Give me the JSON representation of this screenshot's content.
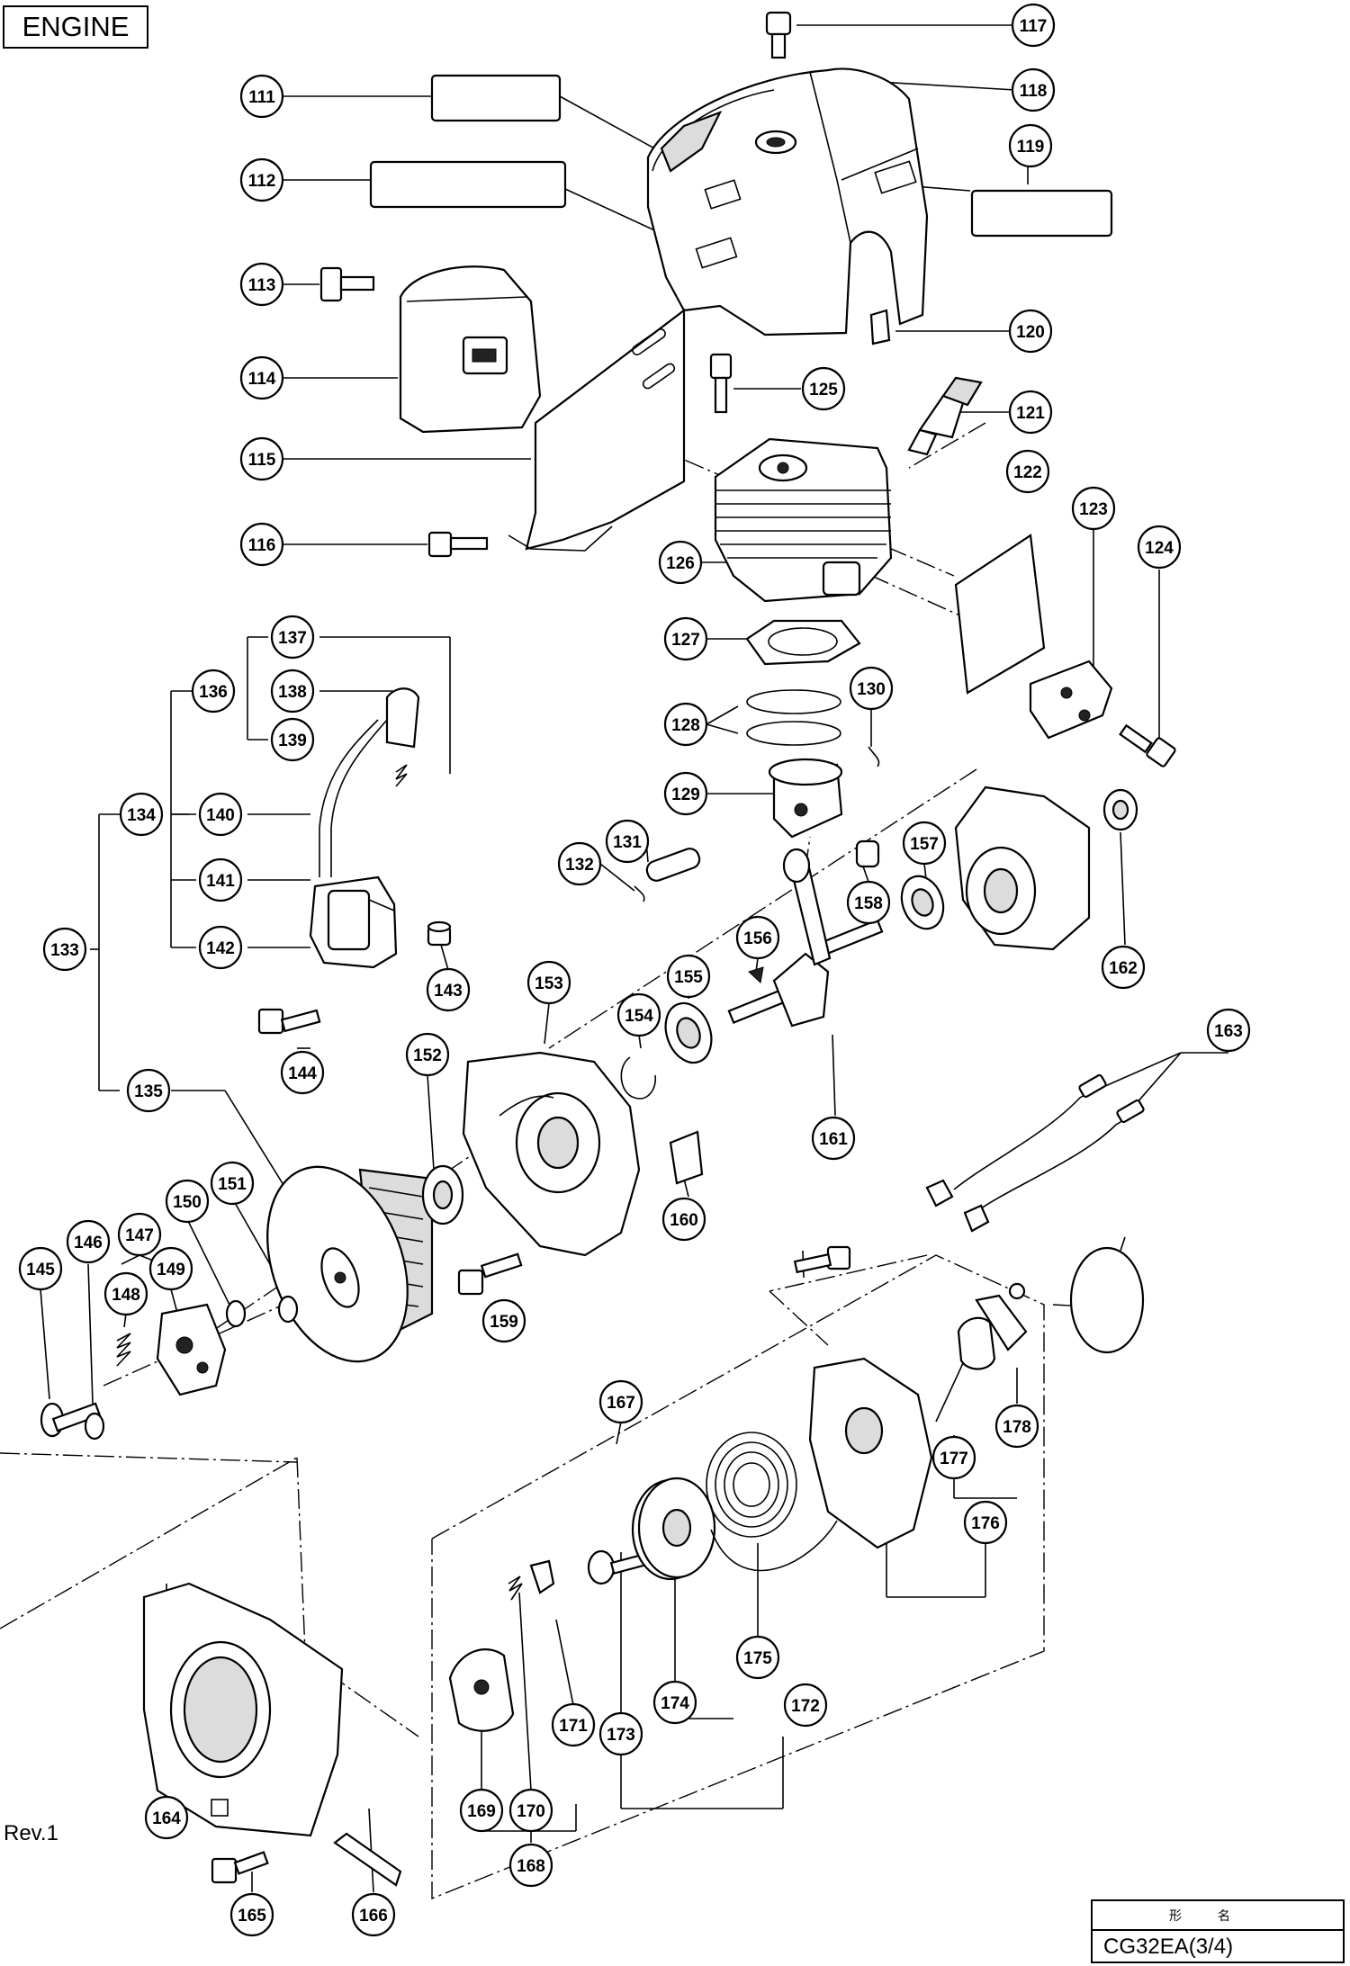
{
  "title": "ENGINE",
  "revision": "Rev.1",
  "model_box": {
    "header": "形名",
    "model": "CG32EA(3/4)"
  },
  "part_numbers": [
    "111",
    "112",
    "113",
    "114",
    "115",
    "116",
    "117",
    "118",
    "119",
    "120",
    "121",
    "122",
    "123",
    "124",
    "125",
    "126",
    "127",
    "128",
    "129",
    "130",
    "131",
    "132",
    "133",
    "134",
    "135",
    "136",
    "137",
    "138",
    "139",
    "140",
    "141",
    "142",
    "143",
    "144",
    "145",
    "146",
    "147",
    "148",
    "149",
    "150",
    "151",
    "152",
    "153",
    "154",
    "155",
    "156",
    "157",
    "158",
    "159",
    "160",
    "161",
    "162",
    "163",
    "164",
    "165",
    "166",
    "167",
    "168",
    "169",
    "170",
    "171",
    "172",
    "173",
    "174",
    "175",
    "176",
    "177",
    "178"
  ],
  "icons": [
    "cover-icon",
    "muffler-icon",
    "cylinder-icon",
    "spark-plug-icon",
    "piston-icon",
    "ignition-coil-icon",
    "flywheel-icon",
    "crankcase-icon",
    "crankshaft-icon",
    "recoil-starter-icon",
    "bolt-icon",
    "bearing-icon",
    "gasket-icon",
    "clutch-icon",
    "tank-bracket-icon",
    "cord-icon"
  ]
}
